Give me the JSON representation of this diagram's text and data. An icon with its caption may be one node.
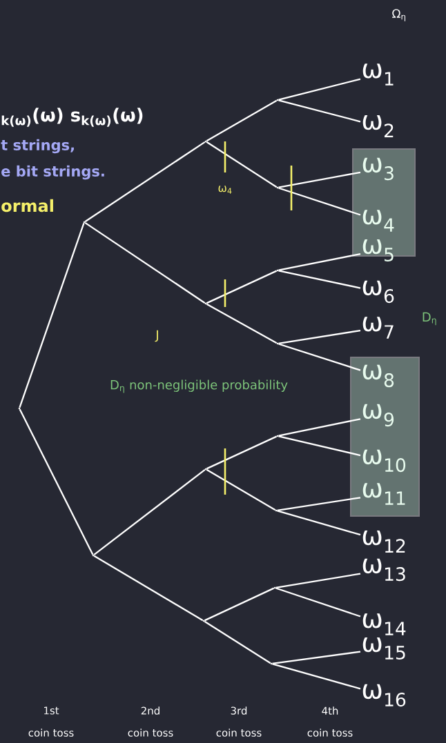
{
  "diagram": {
    "nodes": [
      {
        "text": [],
        "shape": "point"
      },
      {
        "text": [],
        "shape": "point"
      },
      {
        "text": [],
        "shape": "point"
      },
      {
        "text": [],
        "shape": "point"
      },
      {
        "text": [],
        "shape": "point"
      },
      {
        "text": [],
        "shape": "point"
      },
      {
        "text": [],
        "shape": "point"
      },
      {
        "text": [],
        "shape": "point"
      },
      {
        "text": [],
        "shape": "point"
      },
      {
        "text": [],
        "shape": "point"
      },
      {
        "text": [],
        "shape": "point"
      },
      {
        "text": [],
        "shape": "point"
      },
      {
        "text": [],
        "shape": "point"
      },
      {
        "text": [],
        "shape": "point"
      },
      {
        "text": [],
        "shape": "point"
      },
      {
        "text": [],
        "shape": "box"
      },
      {
        "text": [],
        "shape": "box"
      },
      {
        "text": [
          "ω$_{1}$"
        ]
      },
      {
        "text": [
          "ω$_{2}$"
        ]
      },
      {
        "text": [
          "ω$_{3}$"
        ],
        "in": 15
      },
      {
        "text": [
          "ω$_{4}$"
        ],
        "in": 15
      },
      {
        "text": [
          "ω$_{5}$"
        ],
        "in": 15
      },
      {
        "text": [
          "ω$_{6}$"
        ]
      },
      {
        "text": [
          "ω$_{7}$"
        ]
      },
      {
        "text": [
          "ω$_{8}$"
        ],
        "in": 16
      },
      {
        "text": [
          "ω$_{9}$"
        ],
        "in": 16
      },
      {
        "text": [
          "ω$_{10}$"
        ],
        "in": 16
      },
      {
        "text": [
          "ω$_{11}$"
        ],
        "in": 16
      },
      {
        "text": [
          "ω$_{12}$"
        ]
      },
      {
        "text": [
          "ω$_{13}$"
        ]
      },
      {
        "text": [
          "ω$_{14}$"
        ]
      },
      {
        "text": [
          "ω$_{15}$"
        ]
      },
      {
        "text": [
          "ω$_{16}$"
        ]
      }
    ],
    "edges": [
      {
        "from": 0,
        "to": 1,
        "arrow": "none"
      },
      {
        "from": 0,
        "to": 2,
        "arrow": "none"
      },
      {
        "from": 1,
        "to": 3,
        "arrow": "none"
      },
      {
        "from": 1,
        "to": 4,
        "arrow": "none"
      },
      {
        "from": 2,
        "to": 5,
        "arrow": "none"
      },
      {
        "from": 2,
        "to": 6,
        "arrow": "none"
      },
      {
        "from": 3,
        "to": 7,
        "arrow": "none"
      },
      {
        "from": 3,
        "to": 8,
        "arrow": "none"
      },
      {
        "from": 4,
        "to": 9,
        "arrow": "none"
      },
      {
        "from": 4,
        "to": 10,
        "arrow": "none"
      },
      {
        "from": 5,
        "to": 11,
        "arrow": "none"
      },
      {
        "from": 5,
        "to": 12,
        "arrow": "none"
      },
      {
        "from": 6,
        "to": 13,
        "arrow": "none"
      },
      {
        "from": 6,
        "to": 14,
        "arrow": "none"
      },
      {
        "from": 7,
        "to": 17,
        "arrow": "none"
      },
      {
        "from": 7,
        "to": 18,
        "arrow": "none"
      },
      {
        "from": 8,
        "to": 19,
        "arrow": "none"
      },
      {
        "from": 8,
        "to": 20,
        "arrow": "none"
      },
      {
        "from": 9,
        "to": 21,
        "arrow": "none"
      },
      {
        "from": 9,
        "to": 22,
        "arrow": "none"
      },
      {
        "from": 10,
        "to": 23,
        "arrow": "none"
      },
      {
        "from": 10,
        "to": 24,
        "arrow": "none"
      },
      {
        "from": 11,
        "to": 25,
        "arrow": "none"
      },
      {
        "from": 11,
        "to": 26,
        "arrow": "none"
      },
      {
        "from": 12,
        "to": 27,
        "arrow": "none"
      },
      {
        "from": 12,
        "to": 28,
        "arrow": "none"
      },
      {
        "from": 13,
        "to": 29,
        "arrow": "none"
      },
      {
        "from": 13,
        "to": 30,
        "arrow": "none"
      },
      {
        "from": 14,
        "to": 31,
        "arrow": "none"
      },
      {
        "from": 14,
        "to": 32,
        "arrow": "none"
      }
    ],
    "labels": [
      "Ω$_{η}$",
      "$_{k(ω)}$(ω) s$_{k(ω)}$(ω)",
      "t strings,",
      "e bit strings.",
      "ormal",
      "ω$_{4}$",
      "J",
      "D$_{η}$",
      "D$_{η}$ non-negligible probability",
      "1st",
      "2nd",
      "3rd",
      "4th",
      "coin toss",
      "coin toss",
      "coin toss",
      "coin toss"
    ]
  }
}
